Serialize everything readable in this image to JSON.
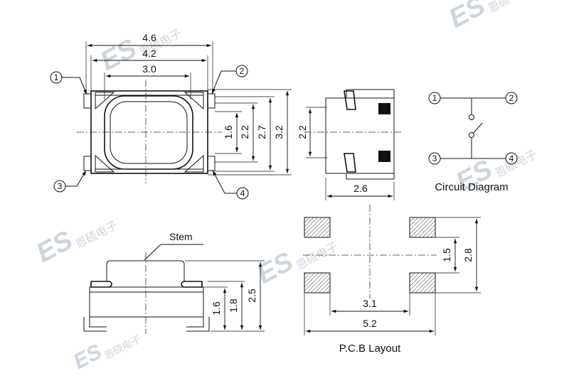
{
  "watermark": {
    "brand": "ES",
    "chinese": "恩硕电子"
  },
  "top_view": {
    "dims": {
      "d46": "4.6",
      "d42": "4.2",
      "d30": "3.0",
      "d16": "1.6",
      "d22": "2.2",
      "d27": "2.7",
      "d32": "3.2"
    },
    "pins": [
      "1",
      "2",
      "3",
      "4"
    ]
  },
  "side_view": {
    "dims": {
      "d22": "2.2",
      "d26": "2.6"
    }
  },
  "circuit": {
    "caption": "Circuit Diagram",
    "pins": [
      "1",
      "2",
      "3",
      "4"
    ]
  },
  "front_view": {
    "stem_label": "Stem",
    "dims": {
      "d16": "1.6",
      "d18": "1.8",
      "d25": "2.5"
    }
  },
  "pcb": {
    "caption": "P.C.B Layout",
    "dims": {
      "d15": "1.5",
      "d28": "2.8",
      "d31": "3.1",
      "d52": "5.2"
    }
  }
}
